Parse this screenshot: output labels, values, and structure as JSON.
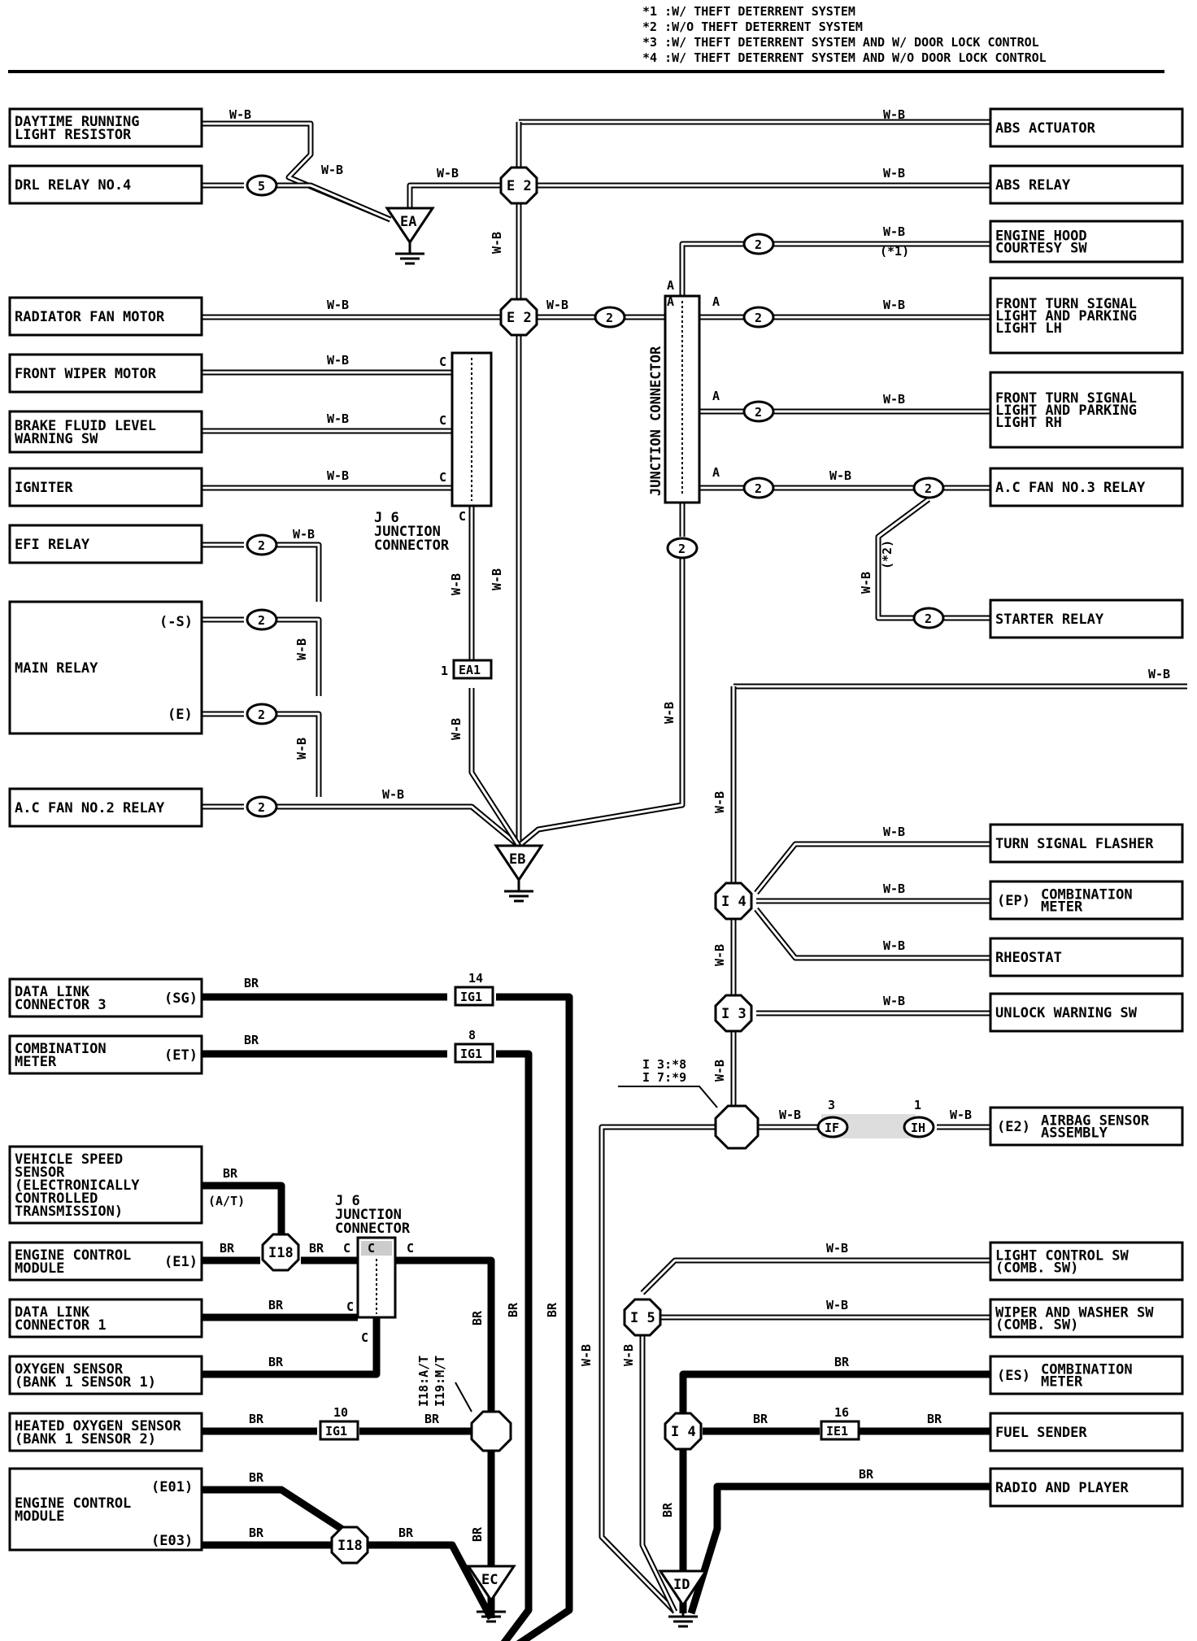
{
  "notes": [
    "*1 :W/ THEFT DETERRENT SYSTEM",
    "*2 :W/O THEFT DETERRENT SYSTEM",
    "*3 :W/ THEFT DETERRENT SYSTEM AND W/ DOOR LOCK CONTROL",
    "*4 :W/ THEFT DETERRENT SYSTEM AND W/O DOOR LOCK CONTROL"
  ],
  "wire_colors": {
    "wb": "W-B",
    "br": "BR"
  },
  "left_components": [
    {
      "id": "drl-resistor",
      "lines": [
        "DAYTIME RUNNING",
        "LIGHT RESISTOR"
      ]
    },
    {
      "id": "drl-relay",
      "lines": [
        "DRL RELAY NO.4"
      ]
    },
    {
      "id": "radiator-fan",
      "lines": [
        "RADIATOR FAN MOTOR"
      ]
    },
    {
      "id": "front-wiper",
      "lines": [
        "FRONT WIPER MOTOR"
      ]
    },
    {
      "id": "brake-fluid",
      "lines": [
        "BRAKE FLUID LEVEL",
        "WARNING SW"
      ]
    },
    {
      "id": "igniter",
      "lines": [
        "IGNITER"
      ]
    },
    {
      "id": "efi-relay",
      "lines": [
        "EFI RELAY"
      ]
    },
    {
      "id": "main-relay",
      "lines": [
        "MAIN RELAY"
      ],
      "pins": [
        "(-S)",
        "(E)"
      ]
    },
    {
      "id": "ac-fan2",
      "lines": [
        "A.C FAN NO.2 RELAY"
      ]
    },
    {
      "id": "dlc3",
      "lines": [
        "DATA LINK",
        "CONNECTOR 3"
      ],
      "pin": "(SG)"
    },
    {
      "id": "comb-meter-l",
      "lines": [
        "COMBINATION",
        "METER"
      ],
      "pin": "(ET)"
    },
    {
      "id": "vss",
      "lines": [
        "VEHICLE SPEED",
        "SENSOR",
        "(ELECTRONICALLY",
        "CONTROLLED",
        "TRANSMISSION)"
      ]
    },
    {
      "id": "ecm1",
      "lines": [
        "ENGINE CONTROL",
        "MODULE"
      ],
      "pin": "(E1)"
    },
    {
      "id": "dlc1",
      "lines": [
        "DATA LINK",
        "CONNECTOR 1"
      ]
    },
    {
      "id": "o2-b1s1",
      "lines": [
        "OXYGEN SENSOR",
        "(BANK 1 SENSOR 1)"
      ]
    },
    {
      "id": "ho2-b1s2",
      "lines": [
        "HEATED OXYGEN SENSOR",
        "(BANK 1 SENSOR 2)"
      ]
    },
    {
      "id": "ecm2",
      "lines": [
        "ENGINE CONTROL",
        "MODULE"
      ],
      "pins": [
        "(E01)",
        "(E03)"
      ]
    }
  ],
  "right_components": [
    {
      "id": "abs-actuator",
      "lines": [
        "ABS ACTUATOR"
      ]
    },
    {
      "id": "abs-relay",
      "lines": [
        "ABS RELAY"
      ]
    },
    {
      "id": "hood-sw",
      "lines": [
        "ENGINE HOOD",
        "COURTESY SW"
      ]
    },
    {
      "id": "turn-lh",
      "lines": [
        "FRONT TURN SIGNAL",
        "LIGHT AND PARKING",
        "LIGHT LH"
      ]
    },
    {
      "id": "turn-rh",
      "lines": [
        "FRONT TURN SIGNAL",
        "LIGHT AND PARKING",
        "LIGHT RH"
      ]
    },
    {
      "id": "ac-fan3",
      "lines": [
        "A.C FAN NO.3 RELAY"
      ]
    },
    {
      "id": "starter-relay",
      "lines": [
        "STARTER RELAY"
      ]
    },
    {
      "id": "turn-flasher",
      "lines": [
        "TURN SIGNAL FLASHER"
      ]
    },
    {
      "id": "comb-meter-ep",
      "lines": [
        "COMBINATION",
        "METER"
      ],
      "pin": "(EP)"
    },
    {
      "id": "rheostat",
      "lines": [
        "RHEOSTAT"
      ]
    },
    {
      "id": "unlock-sw",
      "lines": [
        "UNLOCK WARNING SW"
      ]
    },
    {
      "id": "airbag",
      "lines": [
        "AIRBAG SENSOR",
        "ASSEMBLY"
      ],
      "pin": "(E2)"
    },
    {
      "id": "light-ctrl",
      "lines": [
        "LIGHT CONTROL SW",
        "(COMB. SW)"
      ]
    },
    {
      "id": "wiper-sw",
      "lines": [
        "WIPER AND WASHER SW",
        "(COMB. SW)"
      ]
    },
    {
      "id": "comb-meter-es",
      "lines": [
        "COMBINATION",
        "METER"
      ],
      "pin": "(ES)"
    },
    {
      "id": "fuel-sender",
      "lines": [
        "FUEL SENDER"
      ]
    },
    {
      "id": "radio",
      "lines": [
        "RADIO AND PLAYER"
      ]
    }
  ],
  "grounds": [
    "EA",
    "EB",
    "EC",
    "ID"
  ],
  "splice_labels": [
    "E 2",
    "E 2",
    "I 4",
    "I 3",
    "I 5",
    "I 4"
  ],
  "junction_labels": {
    "center": "JUNCTION CONNECTOR",
    "j6_top": [
      "J 6",
      "JUNCTION",
      "CONNECTOR"
    ],
    "j6_bottom": [
      "J 6",
      "JUNCTION",
      "CONNECTOR"
    ]
  },
  "connectors": {
    "ea1": "EA1",
    "ig1": "IG1",
    "ie1": "IE1",
    "if": "IF",
    "ih": "IH",
    "i18": "I18",
    "pin_one": "1",
    "pin_three": "3",
    "pin_eight": "8",
    "pin_ten": "10",
    "pin_fourteen": "14",
    "pin_sixteen": "16"
  },
  "small_labels": {
    "pin_c": "C",
    "pin_a": "A",
    "c2": "2",
    "c5": "5",
    "note1": "(*1)",
    "note2": "(*2)",
    "at": "(A/T)",
    "i3": "I 3:*8",
    "i7": "I 7:*9",
    "i18at": "I18:A/T",
    "i19mt": "I19:M/T"
  }
}
